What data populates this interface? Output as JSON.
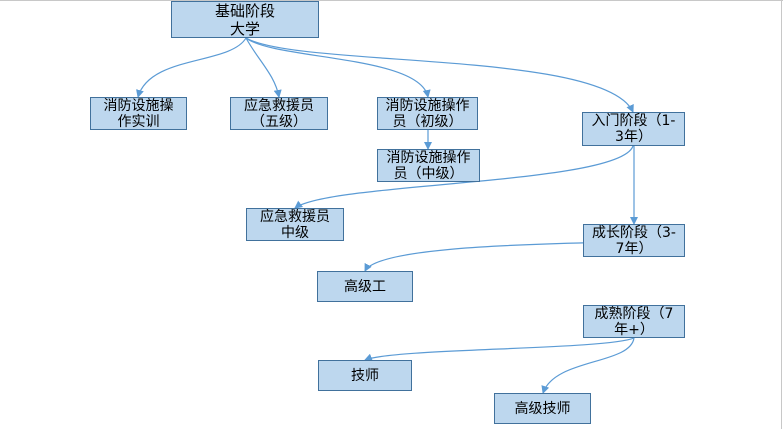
{
  "diagram": {
    "line_color": "#5b9bd5",
    "box_fill": "#bdd7ee",
    "box_border": "#41719c",
    "nodes": {
      "root": "基础阶段\n大学",
      "fire_practice": "消防设施操\n作实训",
      "rescuer_5": "应急救援员\n（五级）",
      "operator_junior": "消防设施操作\n员（初级）",
      "operator_mid": "消防设施操作\n员（中级）",
      "entry_stage": "入门阶段（1-\n3年）",
      "rescuer_mid": "应急救援员\n中级",
      "growth_stage": "成长阶段（3-\n7年）",
      "senior_worker": "高级工",
      "mature_stage": "成熟阶段（7\n年+）",
      "technician": "技师",
      "senior_technician": "高级技师"
    }
  }
}
